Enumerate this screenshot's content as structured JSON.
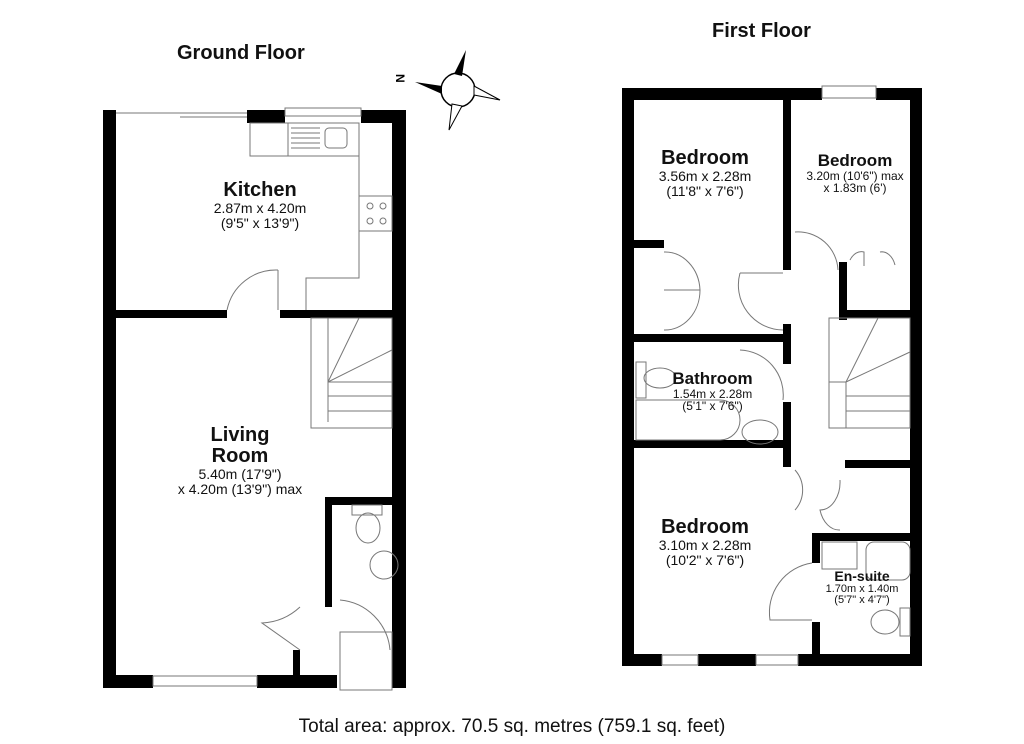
{
  "floors": {
    "ground": {
      "title": "Ground Floor",
      "rooms": [
        {
          "name": "Kitchen",
          "dim1": "2.87m x 4.20m",
          "dim2": "(9'5\" x 13'9\")"
        },
        {
          "name": "Living",
          "name2": "Room",
          "dim1": "5.40m (17'9\")",
          "dim2": "x 4.20m (13'9\") max"
        }
      ]
    },
    "first": {
      "title": "First Floor",
      "rooms": [
        {
          "name": "Bedroom",
          "dim1": "3.56m x 2.28m",
          "dim2": "(11'8\" x 7'6\")"
        },
        {
          "name": "Bedroom",
          "dim1": "3.20m (10'6\") max",
          "dim2": "x 1.83m (6')"
        },
        {
          "name": "Bathroom",
          "dim1": "1.54m x 2.28m",
          "dim2": "(5'1\" x 7'6\")"
        },
        {
          "name": "Bedroom",
          "dim1": "3.10m x 2.28m",
          "dim2": "(10'2\" x 7'6\")"
        },
        {
          "name": "En-suite",
          "dim1": "1.70m x 1.40m",
          "dim2": "(5'7\" x 4'7\")"
        }
      ]
    }
  },
  "compass": {
    "label": "N",
    "icon": "compass-icon"
  },
  "footer": {
    "total_area": "Total area: approx. 70.5 sq. metres (759.1 sq. feet)"
  },
  "colors": {
    "wall": "#000000",
    "line": "#777777",
    "background": "#ffffff"
  }
}
